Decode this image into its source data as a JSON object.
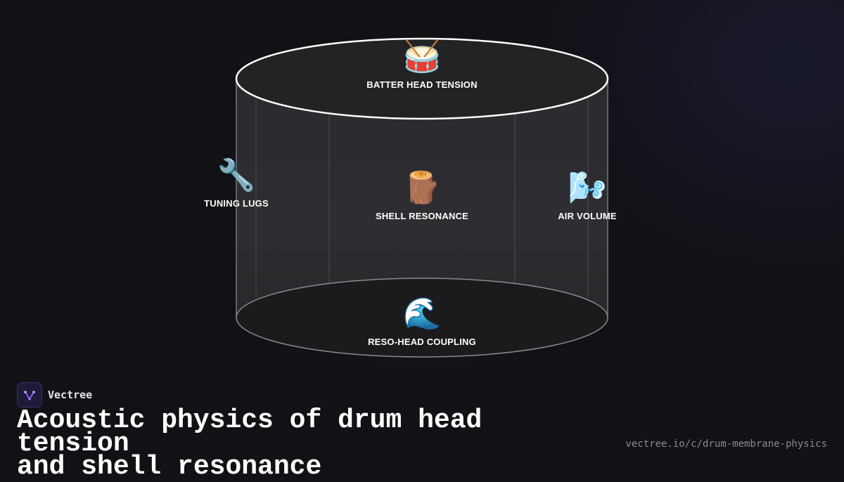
{
  "diagram": {
    "nodes": [
      {
        "id": "batter",
        "icon": "drum-icon",
        "glyph": "🥁",
        "label": "BATTER HEAD TENSION"
      },
      {
        "id": "tuning",
        "icon": "wrench-icon",
        "glyph": "🔧",
        "label": "TUNING LUGS"
      },
      {
        "id": "shell",
        "icon": "wood-log-icon",
        "glyph": "🪵",
        "label": "SHELL RESONANCE"
      },
      {
        "id": "air",
        "icon": "wind-icon",
        "glyph": "🌬️",
        "label": "AIR VOLUME"
      },
      {
        "id": "reso",
        "icon": "wave-icon",
        "glyph": "🌊",
        "label": "RESO-HEAD COUPLING"
      }
    ],
    "colors": {
      "top_rim": "#ffffff",
      "bottom_rim": "#8a8a92",
      "body": "#2a2a2e",
      "background": "#111116"
    }
  },
  "brand": {
    "name": "Vectree",
    "logo_icon": "vectree-logo-icon",
    "accent": "#8b5cf6"
  },
  "footer": {
    "title_line1": "Acoustic physics of drum head tension",
    "title_line2": "and shell resonance",
    "url": "vectree.io/c/drum-membrane-physics"
  }
}
